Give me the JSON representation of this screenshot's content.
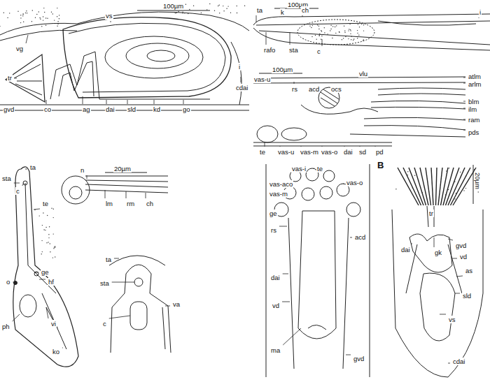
{
  "diagram": {
    "labels": [
      "100µm",
      "vs",
      "vg",
      "tr",
      "gvd",
      "co",
      "ag",
      "dai",
      "sld",
      "kd",
      "go",
      "cdai",
      "i",
      "100µm",
      "ta",
      "k",
      "ch",
      "i",
      "rafo",
      "sta",
      "c",
      "100µm",
      "vas-u",
      "rs",
      "acd",
      "ocs",
      "vlu",
      "atlm",
      "arlm",
      "blm",
      "ilm",
      "ram",
      "pds",
      "te",
      "vas-u",
      "vas-m",
      "vas-o",
      "dai",
      "sd",
      "pd",
      "ta",
      "sta",
      "c",
      "te",
      "ge",
      "o",
      "hf",
      "ph",
      "vi",
      "ko",
      "20µm",
      "n",
      "lm",
      "rm",
      "ch",
      "ta",
      "sta",
      "c",
      "va",
      "vas-i",
      "te",
      "vas-aco",
      "vas-m",
      "vas-o",
      "ge",
      "rs",
      "acd",
      "dai",
      "vd",
      "ma",
      "gvd",
      "B",
      "tr",
      "dai",
      "gk",
      "gvd",
      "vd",
      "as",
      "sld",
      "vs",
      "cdai",
      "20µm"
    ]
  }
}
